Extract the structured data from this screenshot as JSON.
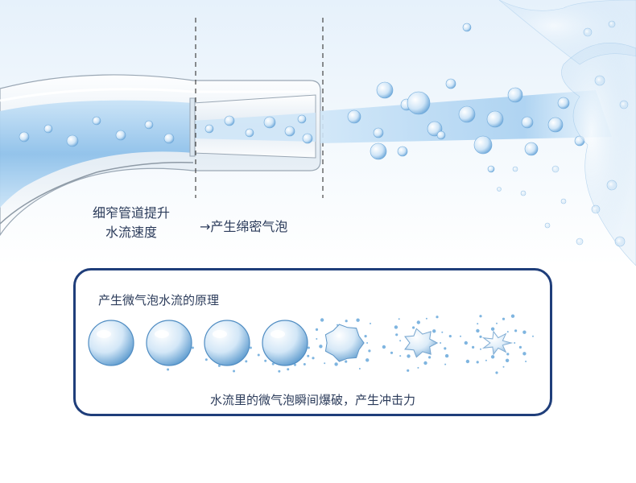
{
  "labels": {
    "narrow_pipe": [
      "细窄管道提升",
      "水流速度"
    ],
    "produce_bubbles": "→产生绵密气泡"
  },
  "panel": {
    "title": "产生微气泡水流的原理",
    "caption": "水流里的微气泡瞬间爆破，产生冲击力",
    "stages": [
      {
        "burst": 0.0
      },
      {
        "burst": 0.1
      },
      {
        "burst": 0.25
      },
      {
        "burst": 0.45
      },
      {
        "burst": 0.65
      },
      {
        "burst": 0.85
      },
      {
        "burst": 1.0
      }
    ]
  },
  "colors": {
    "panel_border": "#1f3e7a",
    "text": "#2b3b5a",
    "water": "#9cc9ec",
    "bubble": "#7fb5e0"
  }
}
